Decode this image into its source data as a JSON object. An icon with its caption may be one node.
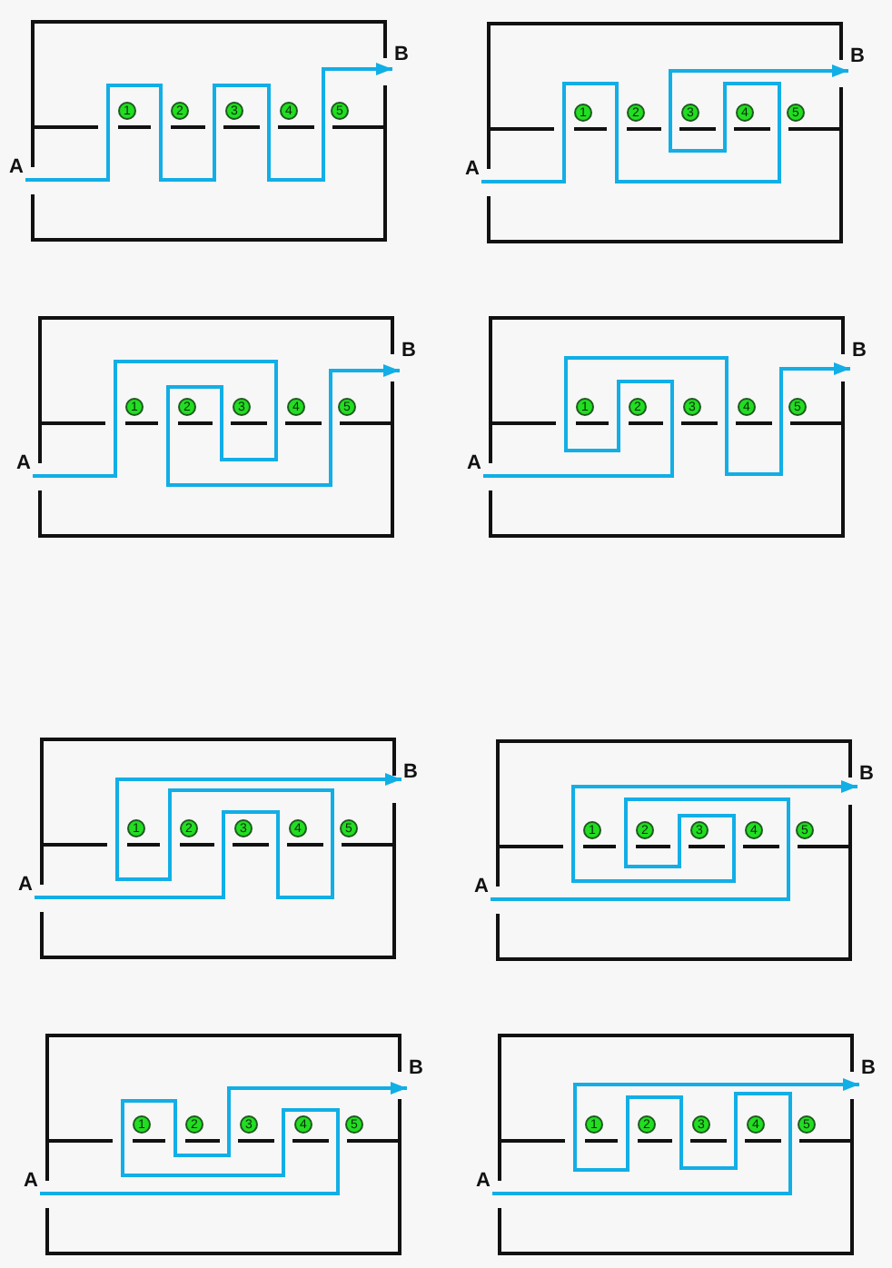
{
  "diagram": {
    "nodes": [
      {
        "text": [
          "B"
        ]
      },
      {
        "text": [
          "1"
        ]
      },
      {
        "text": [
          "2"
        ]
      },
      {
        "text": [
          "3"
        ]
      },
      {
        "text": [
          "4"
        ]
      },
      {
        "text": [
          "5"
        ]
      },
      {
        "text": [
          "A"
        ]
      },
      {
        "text": [
          "B"
        ]
      },
      {
        "text": [
          "1"
        ]
      },
      {
        "text": [
          "2"
        ]
      },
      {
        "text": [
          "3"
        ]
      },
      {
        "text": [
          "4"
        ]
      },
      {
        "text": [
          "5"
        ]
      },
      {
        "text": [
          "A"
        ]
      },
      {
        "text": [
          "B"
        ]
      },
      {
        "text": [
          "1"
        ]
      },
      {
        "text": [
          "2"
        ]
      },
      {
        "text": [
          "3"
        ]
      },
      {
        "text": [
          "4"
        ]
      },
      {
        "text": [
          "5"
        ]
      },
      {
        "text": [
          "A"
        ]
      },
      {
        "text": [
          "B"
        ]
      },
      {
        "text": [
          "1"
        ]
      },
      {
        "text": [
          "2"
        ]
      },
      {
        "text": [
          "3"
        ]
      },
      {
        "text": [
          "4"
        ]
      },
      {
        "text": [
          "5"
        ]
      },
      {
        "text": [
          "A"
        ]
      },
      {
        "text": [
          "B"
        ]
      },
      {
        "text": [
          "1"
        ]
      },
      {
        "text": [
          "2"
        ]
      },
      {
        "text": [
          "3"
        ]
      },
      {
        "text": [
          "4"
        ]
      },
      {
        "text": [
          "5"
        ]
      },
      {
        "text": [
          "A"
        ]
      },
      {
        "text": [
          "B"
        ]
      },
      {
        "text": [
          "1"
        ]
      },
      {
        "text": [
          "2"
        ]
      },
      {
        "text": [
          "3"
        ]
      },
      {
        "text": [
          "4"
        ]
      },
      {
        "text": [
          "5"
        ]
      },
      {
        "text": [
          "A"
        ]
      },
      {
        "text": [
          "B"
        ]
      },
      {
        "text": [
          "1"
        ]
      },
      {
        "text": [
          "2"
        ]
      },
      {
        "text": [
          "3"
        ]
      },
      {
        "text": [
          "4"
        ]
      },
      {
        "text": [
          "5"
        ]
      },
      {
        "text": [
          "A"
        ]
      },
      {
        "text": [
          "B"
        ]
      },
      {
        "text": [
          "1"
        ]
      },
      {
        "text": [
          "2"
        ]
      },
      {
        "text": [
          "3"
        ]
      },
      {
        "text": [
          "4"
        ]
      },
      {
        "text": [
          "5"
        ]
      },
      {
        "text": [
          "A"
        ]
      }
    ],
    "edges": [
      {
        "from": 6,
        "to": 0,
        "arrow": "to"
      },
      {
        "from": 13,
        "to": 7,
        "arrow": "to"
      },
      {
        "from": 20,
        "to": 14,
        "arrow": "to"
      },
      {
        "from": 27,
        "to": 21,
        "arrow": "to"
      },
      {
        "from": 34,
        "to": 28,
        "arrow": "to"
      },
      {
        "from": 41,
        "to": 35,
        "arrow": "to"
      },
      {
        "from": 48,
        "to": 42,
        "arrow": "to"
      },
      {
        "from": 55,
        "to": 49,
        "arrow": "to"
      }
    ]
  }
}
